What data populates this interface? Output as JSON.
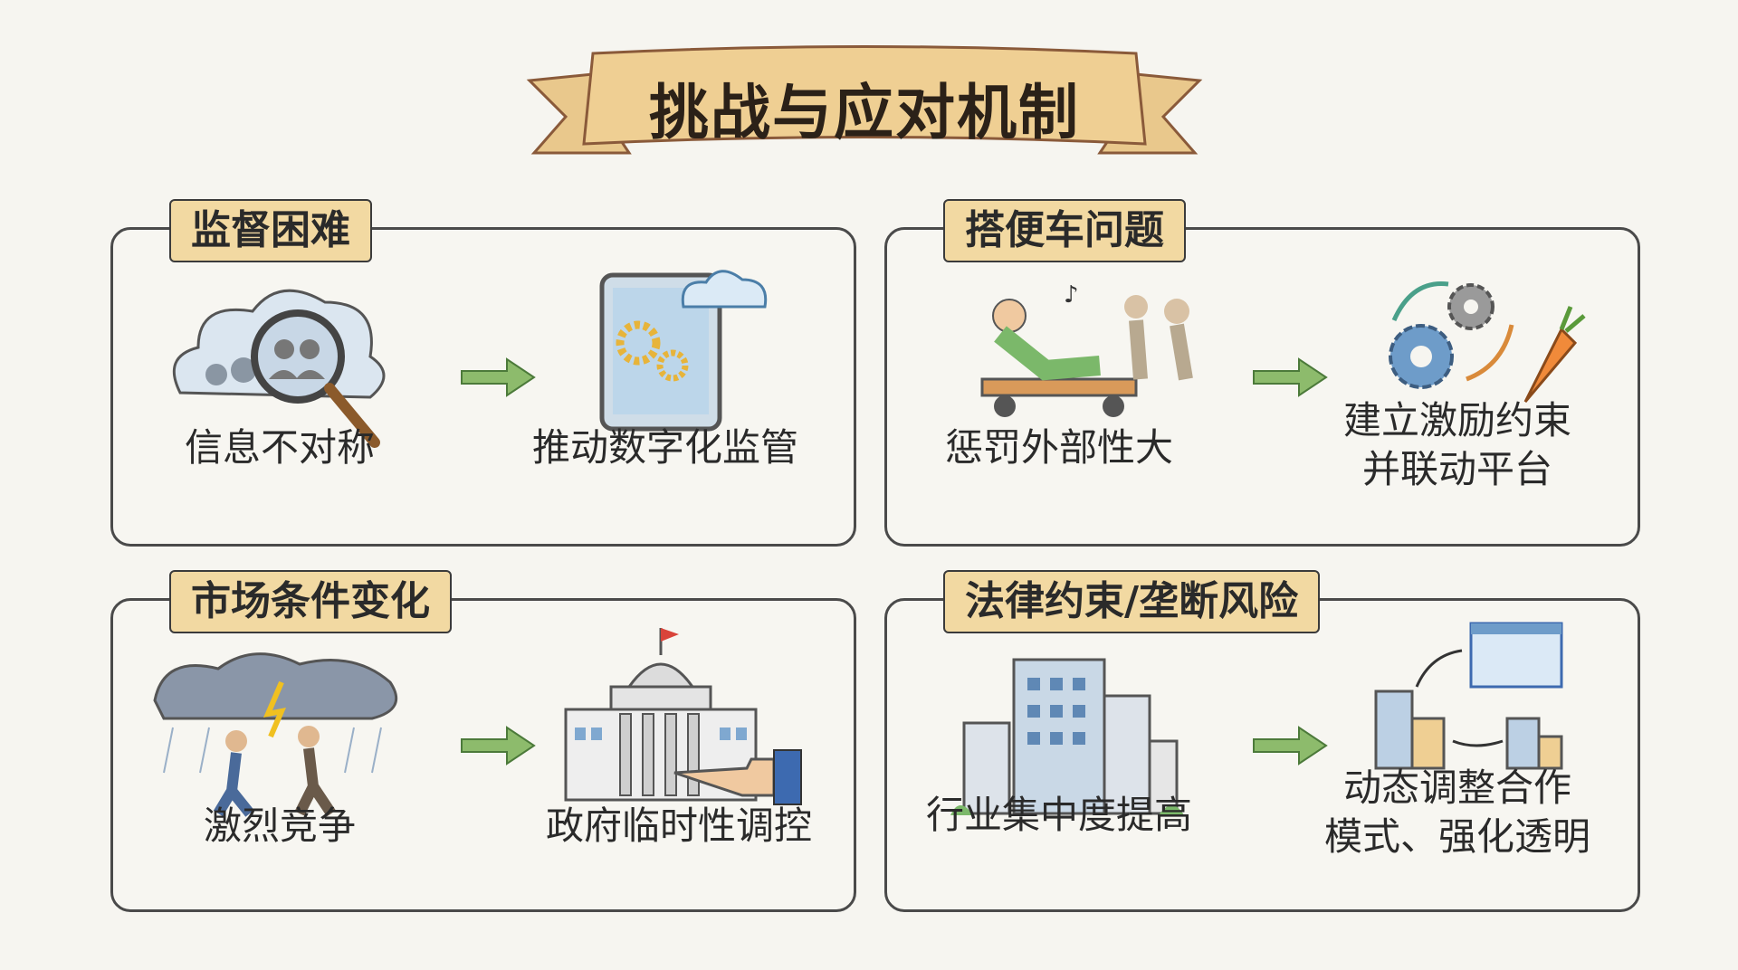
{
  "title": "挑战与应对机制",
  "panels": [
    {
      "label": "监督困难",
      "left_caption": [
        "信息不对称"
      ],
      "right_caption": [
        "推动数字化监管"
      ],
      "left_icon": "cloud-magnifier-people-icon",
      "right_icon": "tablet-gears-cloud-icon"
    },
    {
      "label": "搭便车问题",
      "left_caption": [
        "惩罚外部性大"
      ],
      "right_caption": [
        "建立激励约束",
        "并联动平台"
      ],
      "left_icon": "free-rider-cart-icon",
      "right_icon": "gears-carrot-icon"
    },
    {
      "label": "市场条件变化",
      "left_caption": [
        "激烈竞争"
      ],
      "right_caption": [
        "政府临时性调控"
      ],
      "left_icon": "storm-fighting-icon",
      "right_icon": "government-building-hand-icon"
    },
    {
      "label": "法律约束/垄断风险",
      "left_caption": [
        "行业集中度提高"
      ],
      "right_caption": [
        "动态调整合作",
        "模式、强化透明"
      ],
      "left_icon": "skyscrapers-icon",
      "right_icon": "buildings-window-cycle-icon"
    }
  ],
  "colors": {
    "tab": "#f2d9a2",
    "arrow": "#8dbb6c",
    "banner": "#efcf93",
    "accent_blue": "#6e9cc9",
    "gear": "#e7b43a"
  }
}
